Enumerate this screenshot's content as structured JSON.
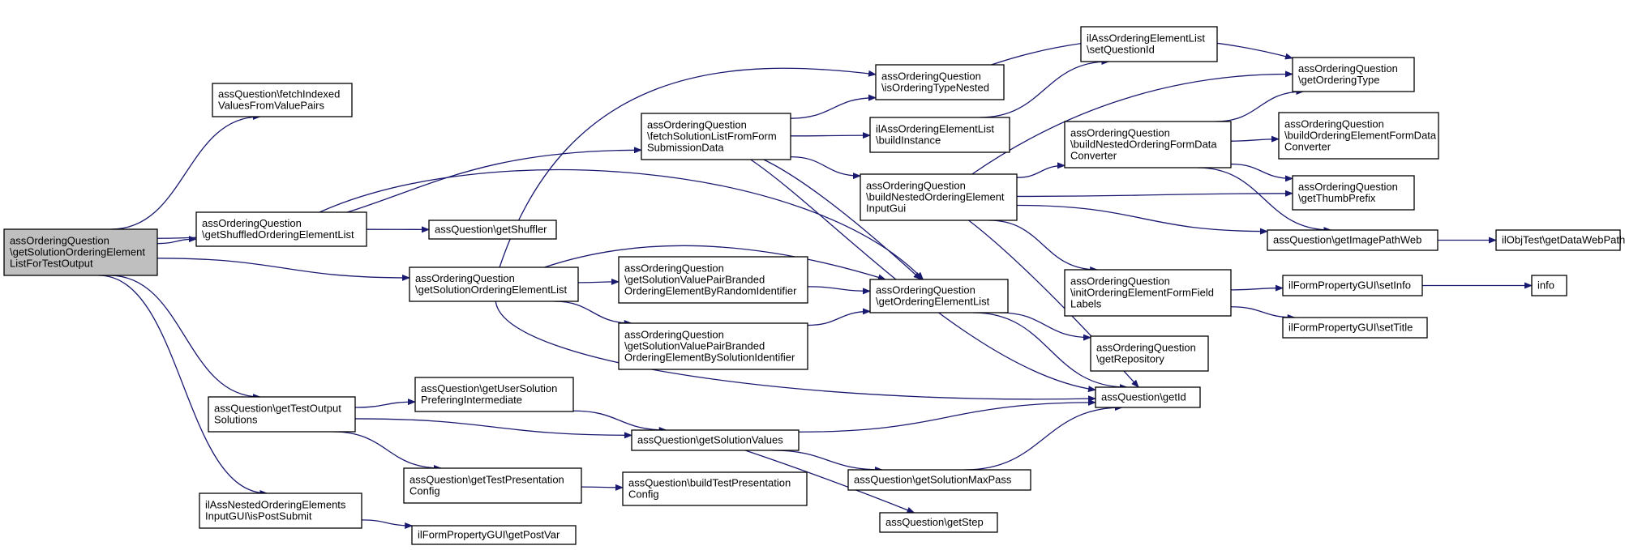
{
  "diagram": {
    "nodes": [
      {
        "id": "n0",
        "root": true,
        "lines": [
          "assOrderingQuestion",
          "\\getSolutionOrderingElement",
          "ListForTestOutput"
        ]
      },
      {
        "id": "n1",
        "lines": [
          "assQuestion\\fetchIndexed",
          "ValuesFromValuePairs"
        ]
      },
      {
        "id": "n2",
        "lines": [
          "assOrderingQuestion",
          "\\getShuffledOrderingElementList"
        ]
      },
      {
        "id": "n3",
        "lines": [
          "assQuestion\\getShuffler"
        ]
      },
      {
        "id": "n4",
        "lines": [
          "assOrderingQuestion",
          "\\getSolutionOrderingElementList"
        ]
      },
      {
        "id": "n5",
        "lines": [
          "assQuestion\\getTestOutput",
          "Solutions"
        ]
      },
      {
        "id": "n6",
        "lines": [
          "ilAssNestedOrderingElements",
          "InputGUI\\isPostSubmit"
        ]
      },
      {
        "id": "n7",
        "lines": [
          "assOrderingQuestion",
          "\\fetchSolutionListFromForm",
          "SubmissionData"
        ]
      },
      {
        "id": "n8",
        "lines": [
          "assOrderingQuestion",
          "\\getSolutionValuePairBranded",
          "OrderingElementByRandomIdentifier"
        ]
      },
      {
        "id": "n9",
        "lines": [
          "assOrderingQuestion",
          "\\getSolutionValuePairBranded",
          "OrderingElementBySolutionIdentifier"
        ]
      },
      {
        "id": "n10",
        "lines": [
          "assQuestion\\getUserSolution",
          "PreferingIntermediate"
        ]
      },
      {
        "id": "n11",
        "lines": [
          "assQuestion\\getTestPresentation",
          "Config"
        ]
      },
      {
        "id": "n12",
        "lines": [
          "ilFormPropertyGUI\\getPostVar"
        ]
      },
      {
        "id": "n13",
        "lines": [
          "assQuestion\\getSolutionValues"
        ]
      },
      {
        "id": "n14",
        "lines": [
          "assQuestion\\buildTestPresentation",
          "Config"
        ]
      },
      {
        "id": "n15",
        "lines": [
          "assOrderingQuestion",
          "\\isOrderingTypeNested"
        ]
      },
      {
        "id": "n16",
        "lines": [
          "ilAssOrderingElementList",
          "\\buildInstance"
        ]
      },
      {
        "id": "n17",
        "lines": [
          "assOrderingQuestion",
          "\\buildNestedOrderingElement",
          "InputGui"
        ]
      },
      {
        "id": "n18",
        "lines": [
          "assOrderingQuestion",
          "\\getOrderingElementList"
        ]
      },
      {
        "id": "n19",
        "lines": [
          "assQuestion\\getSolutionMaxPass"
        ]
      },
      {
        "id": "n20",
        "lines": [
          "assQuestion\\getStep"
        ]
      },
      {
        "id": "n21",
        "lines": [
          "ilAssOrderingElementList",
          "\\setQuestionId"
        ]
      },
      {
        "id": "n22",
        "lines": [
          "assOrderingQuestion",
          "\\buildNestedOrderingFormData",
          "Converter"
        ]
      },
      {
        "id": "n23",
        "lines": [
          "assOrderingQuestion",
          "\\initOrderingElementFormField",
          "Labels"
        ]
      },
      {
        "id": "n24",
        "lines": [
          "assOrderingQuestion",
          "\\getRepository"
        ]
      },
      {
        "id": "n25",
        "lines": [
          "assQuestion\\getId"
        ]
      },
      {
        "id": "n26",
        "lines": [
          "assOrderingQuestion",
          "\\getOrderingType"
        ]
      },
      {
        "id": "n27",
        "lines": [
          "assOrderingQuestion",
          "\\buildOrderingElementFormData",
          "Converter"
        ]
      },
      {
        "id": "n28",
        "lines": [
          "assOrderingQuestion",
          "\\getThumbPrefix"
        ]
      },
      {
        "id": "n29",
        "lines": [
          "assQuestion\\getImagePathWeb"
        ]
      },
      {
        "id": "n30",
        "lines": [
          "ilFormPropertyGUI\\setInfo"
        ]
      },
      {
        "id": "n31",
        "lines": [
          "ilFormPropertyGUI\\setTitle"
        ]
      },
      {
        "id": "n32",
        "lines": [
          "ilObjTest\\getDataWebPath"
        ]
      },
      {
        "id": "n33",
        "lines": [
          "info"
        ]
      }
    ],
    "edges": [
      [
        "n0",
        "n1"
      ],
      [
        "n0",
        "n2"
      ],
      [
        "n0",
        "n4"
      ],
      [
        "n0",
        "n5"
      ],
      [
        "n0",
        "n6"
      ],
      [
        "n0",
        "n7"
      ],
      [
        "n2",
        "n3"
      ],
      [
        "n2",
        "n18"
      ],
      [
        "n4",
        "n8"
      ],
      [
        "n4",
        "n9"
      ],
      [
        "n4",
        "n15"
      ],
      [
        "n4",
        "n18"
      ],
      [
        "n4",
        "n25"
      ],
      [
        "n5",
        "n10"
      ],
      [
        "n5",
        "n11"
      ],
      [
        "n5",
        "n13"
      ],
      [
        "n6",
        "n12"
      ],
      [
        "n7",
        "n15"
      ],
      [
        "n7",
        "n16"
      ],
      [
        "n7",
        "n17"
      ],
      [
        "n7",
        "n18"
      ],
      [
        "n7",
        "n25"
      ],
      [
        "n8",
        "n18"
      ],
      [
        "n9",
        "n18"
      ],
      [
        "n10",
        "n13"
      ],
      [
        "n11",
        "n14"
      ],
      [
        "n13",
        "n19"
      ],
      [
        "n13",
        "n20"
      ],
      [
        "n13",
        "n25"
      ],
      [
        "n15",
        "n26"
      ],
      [
        "n16",
        "n21"
      ],
      [
        "n17",
        "n22"
      ],
      [
        "n17",
        "n23"
      ],
      [
        "n17",
        "n26"
      ],
      [
        "n17",
        "n28"
      ],
      [
        "n17",
        "n29"
      ],
      [
        "n17",
        "n25"
      ],
      [
        "n18",
        "n24"
      ],
      [
        "n18",
        "n25"
      ],
      [
        "n19",
        "n25"
      ],
      [
        "n22",
        "n26"
      ],
      [
        "n22",
        "n27"
      ],
      [
        "n22",
        "n28"
      ],
      [
        "n22",
        "n29"
      ],
      [
        "n23",
        "n30"
      ],
      [
        "n23",
        "n31"
      ],
      [
        "n29",
        "n32"
      ],
      [
        "n30",
        "n33"
      ]
    ]
  }
}
